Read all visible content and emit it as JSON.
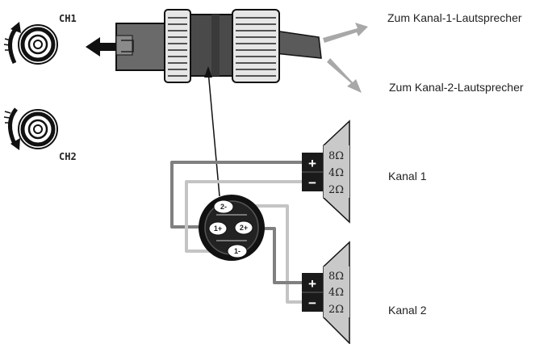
{
  "labels": {
    "to_ch1": "Zum Kanal-1-Lautsprecher",
    "to_ch2": "Zum Kanal-2-Lautsprecher",
    "kanal1": "Kanal 1",
    "kanal2": "Kanal 2",
    "ch1": "CH1",
    "ch2": "CH2"
  },
  "speaker1": {
    "plus": "+",
    "minus": "−",
    "imp8": "8Ω",
    "imp4": "4Ω",
    "imp2": "2Ω"
  },
  "speaker2": {
    "plus": "+",
    "minus": "−",
    "imp8": "8Ω",
    "imp4": "4Ω",
    "imp2": "2Ω"
  },
  "pins": {
    "p2minus": "2-",
    "p1plus": "1+",
    "p2plus": "2+",
    "p1minus": "1-"
  },
  "colors": {
    "wire_dark": "#808080",
    "wire_light": "#c4c4c4",
    "arrow_gray": "#a8a8a8",
    "terminal": "#1a1a1a"
  }
}
